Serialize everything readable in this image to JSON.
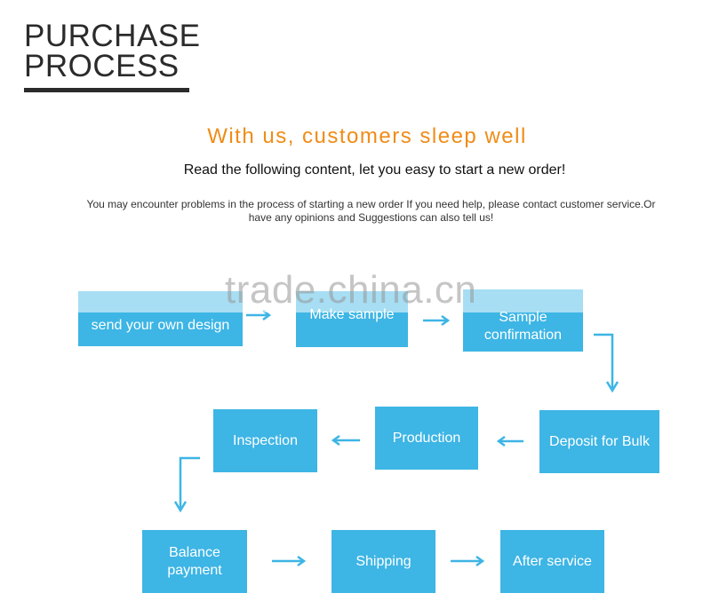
{
  "heading": {
    "line1": "PURCHASE",
    "line2": "PROCESS"
  },
  "slogan": "With us, customers sleep well",
  "lead": "Read the following content, let you easy to start a new order!",
  "note": "You may encounter problems in the process of starting a new order If you need help, please contact customer service.Or have any opinions and Suggestions can also tell us!",
  "steps": [
    "send your own design",
    "Make sample",
    "Sample confirmation",
    "Deposit for Bulk",
    "Production",
    "Inspection",
    "Balance payment",
    "Shipping",
    "After service"
  ],
  "watermark": "trade.china.cn",
  "colors": {
    "box": "#3db5e5",
    "slogan": "#ef8c17",
    "heading": "#2b2b2b"
  }
}
